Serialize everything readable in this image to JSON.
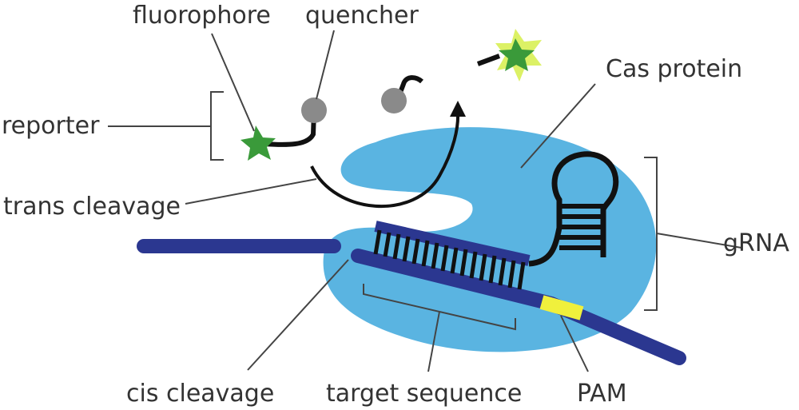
{
  "labels": {
    "fluorophore": "fluorophore",
    "quencher": "quencher",
    "reporter": "reporter",
    "trans_cleavage": "trans cleavage",
    "cas_protein": "Cas protein",
    "grna": "gRNA",
    "cis_cleavage": "cis cleavage",
    "target_sequence": "target sequence",
    "pam": "PAM"
  },
  "colors": {
    "cas_protein": "#5AB4E1",
    "dna_strand": "#2B3790",
    "fluorophore": "#3A9A3A",
    "fluorophore_glow": "#D6EE4A",
    "quencher": "#8A8A8A",
    "pam": "#F0F03C",
    "leader": "#444444",
    "text": "#333333"
  }
}
